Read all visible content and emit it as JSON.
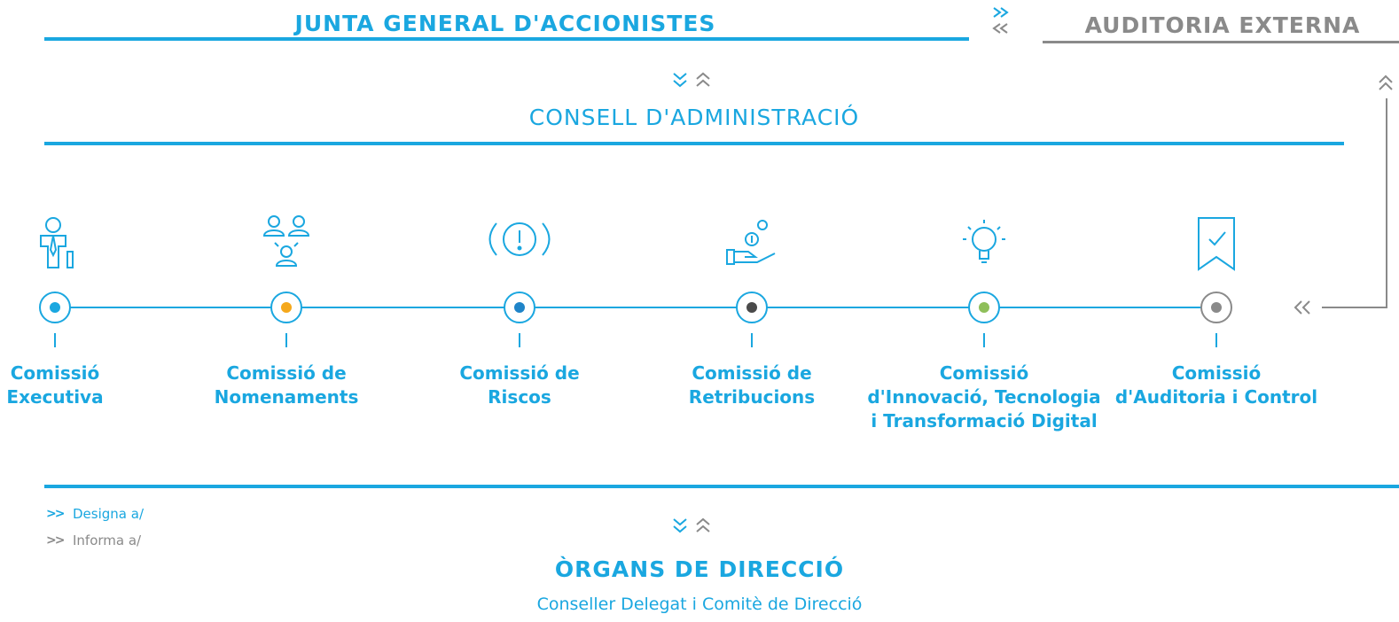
{
  "colors": {
    "primary": "#1aa7e0",
    "gray": "#8a8a8a",
    "dark_blue": "#1f84c8"
  },
  "header": {
    "left_title": "JUNTA GENERAL D'ACCIONISTES",
    "right_title": "AUDITORIA EXTERNA"
  },
  "board": {
    "title": "CONSELL D'ADMINISTRACIÓ"
  },
  "committees": [
    {
      "lines": [
        "Comissió",
        "Executiva"
      ],
      "icon": "executive-person-icon",
      "dot_color": "#1aa7e0"
    },
    {
      "lines": [
        "Comissió de",
        "Nomenaments"
      ],
      "icon": "people-group-icon",
      "dot_color": "#f5a81c"
    },
    {
      "lines": [
        "Comissió de",
        "Riscos"
      ],
      "icon": "alert-exclamation-icon",
      "dot_color": "#1f84c8"
    },
    {
      "lines": [
        "Comissió de",
        "Retribucions"
      ],
      "icon": "hand-coins-icon",
      "dot_color": "#4a4a4a"
    },
    {
      "lines": [
        "Comissió",
        "d'Innovació, Tecnologia",
        "i Transformació Digital"
      ],
      "icon": "lightbulb-icon",
      "dot_color": "#8fbf5a"
    },
    {
      "lines": [
        "Comissió",
        "d'Auditoria i Control"
      ],
      "icon": "ribbon-check-icon",
      "dot_color": "#8a8a8a"
    }
  ],
  "legend": {
    "designa": "Designa a/",
    "informa": "Informa a/"
  },
  "direction": {
    "title": "ÒRGANS DE DIRECCIÓ",
    "subtitle": "Conseller Delegat i Comitè de Direcció"
  }
}
